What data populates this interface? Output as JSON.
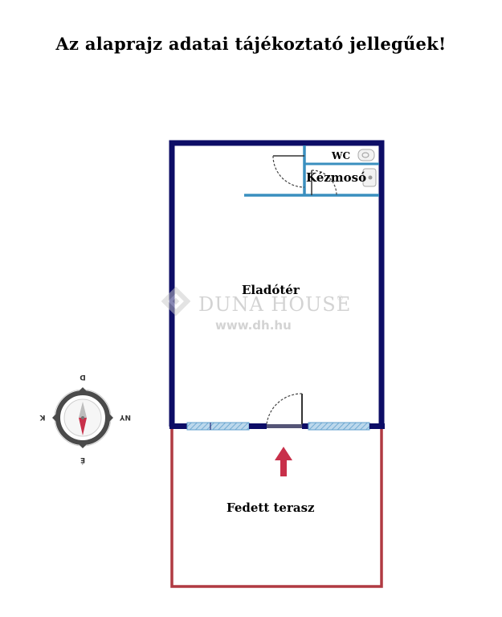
{
  "notice": "Az alaprajz adatai tájékoztató jellegűek!",
  "rooms": {
    "wc": "WC",
    "kezmoso": "Kézmosó",
    "eladoter": "Eladótér",
    "terasz": "Fedett terasz"
  },
  "watermark": {
    "brand": "DUNA HOUSE",
    "registered": "®",
    "url": "www.dh.hu"
  },
  "compass": {
    "north": "É",
    "south": "D",
    "east": "K",
    "west": "NY"
  },
  "colors": {
    "interior_wall": "#0d0d66",
    "partition": "#3a8fbf",
    "terrace_outline": "#b03a42",
    "window": "#8ab8d8",
    "entry_arrow": "#c8304a"
  }
}
